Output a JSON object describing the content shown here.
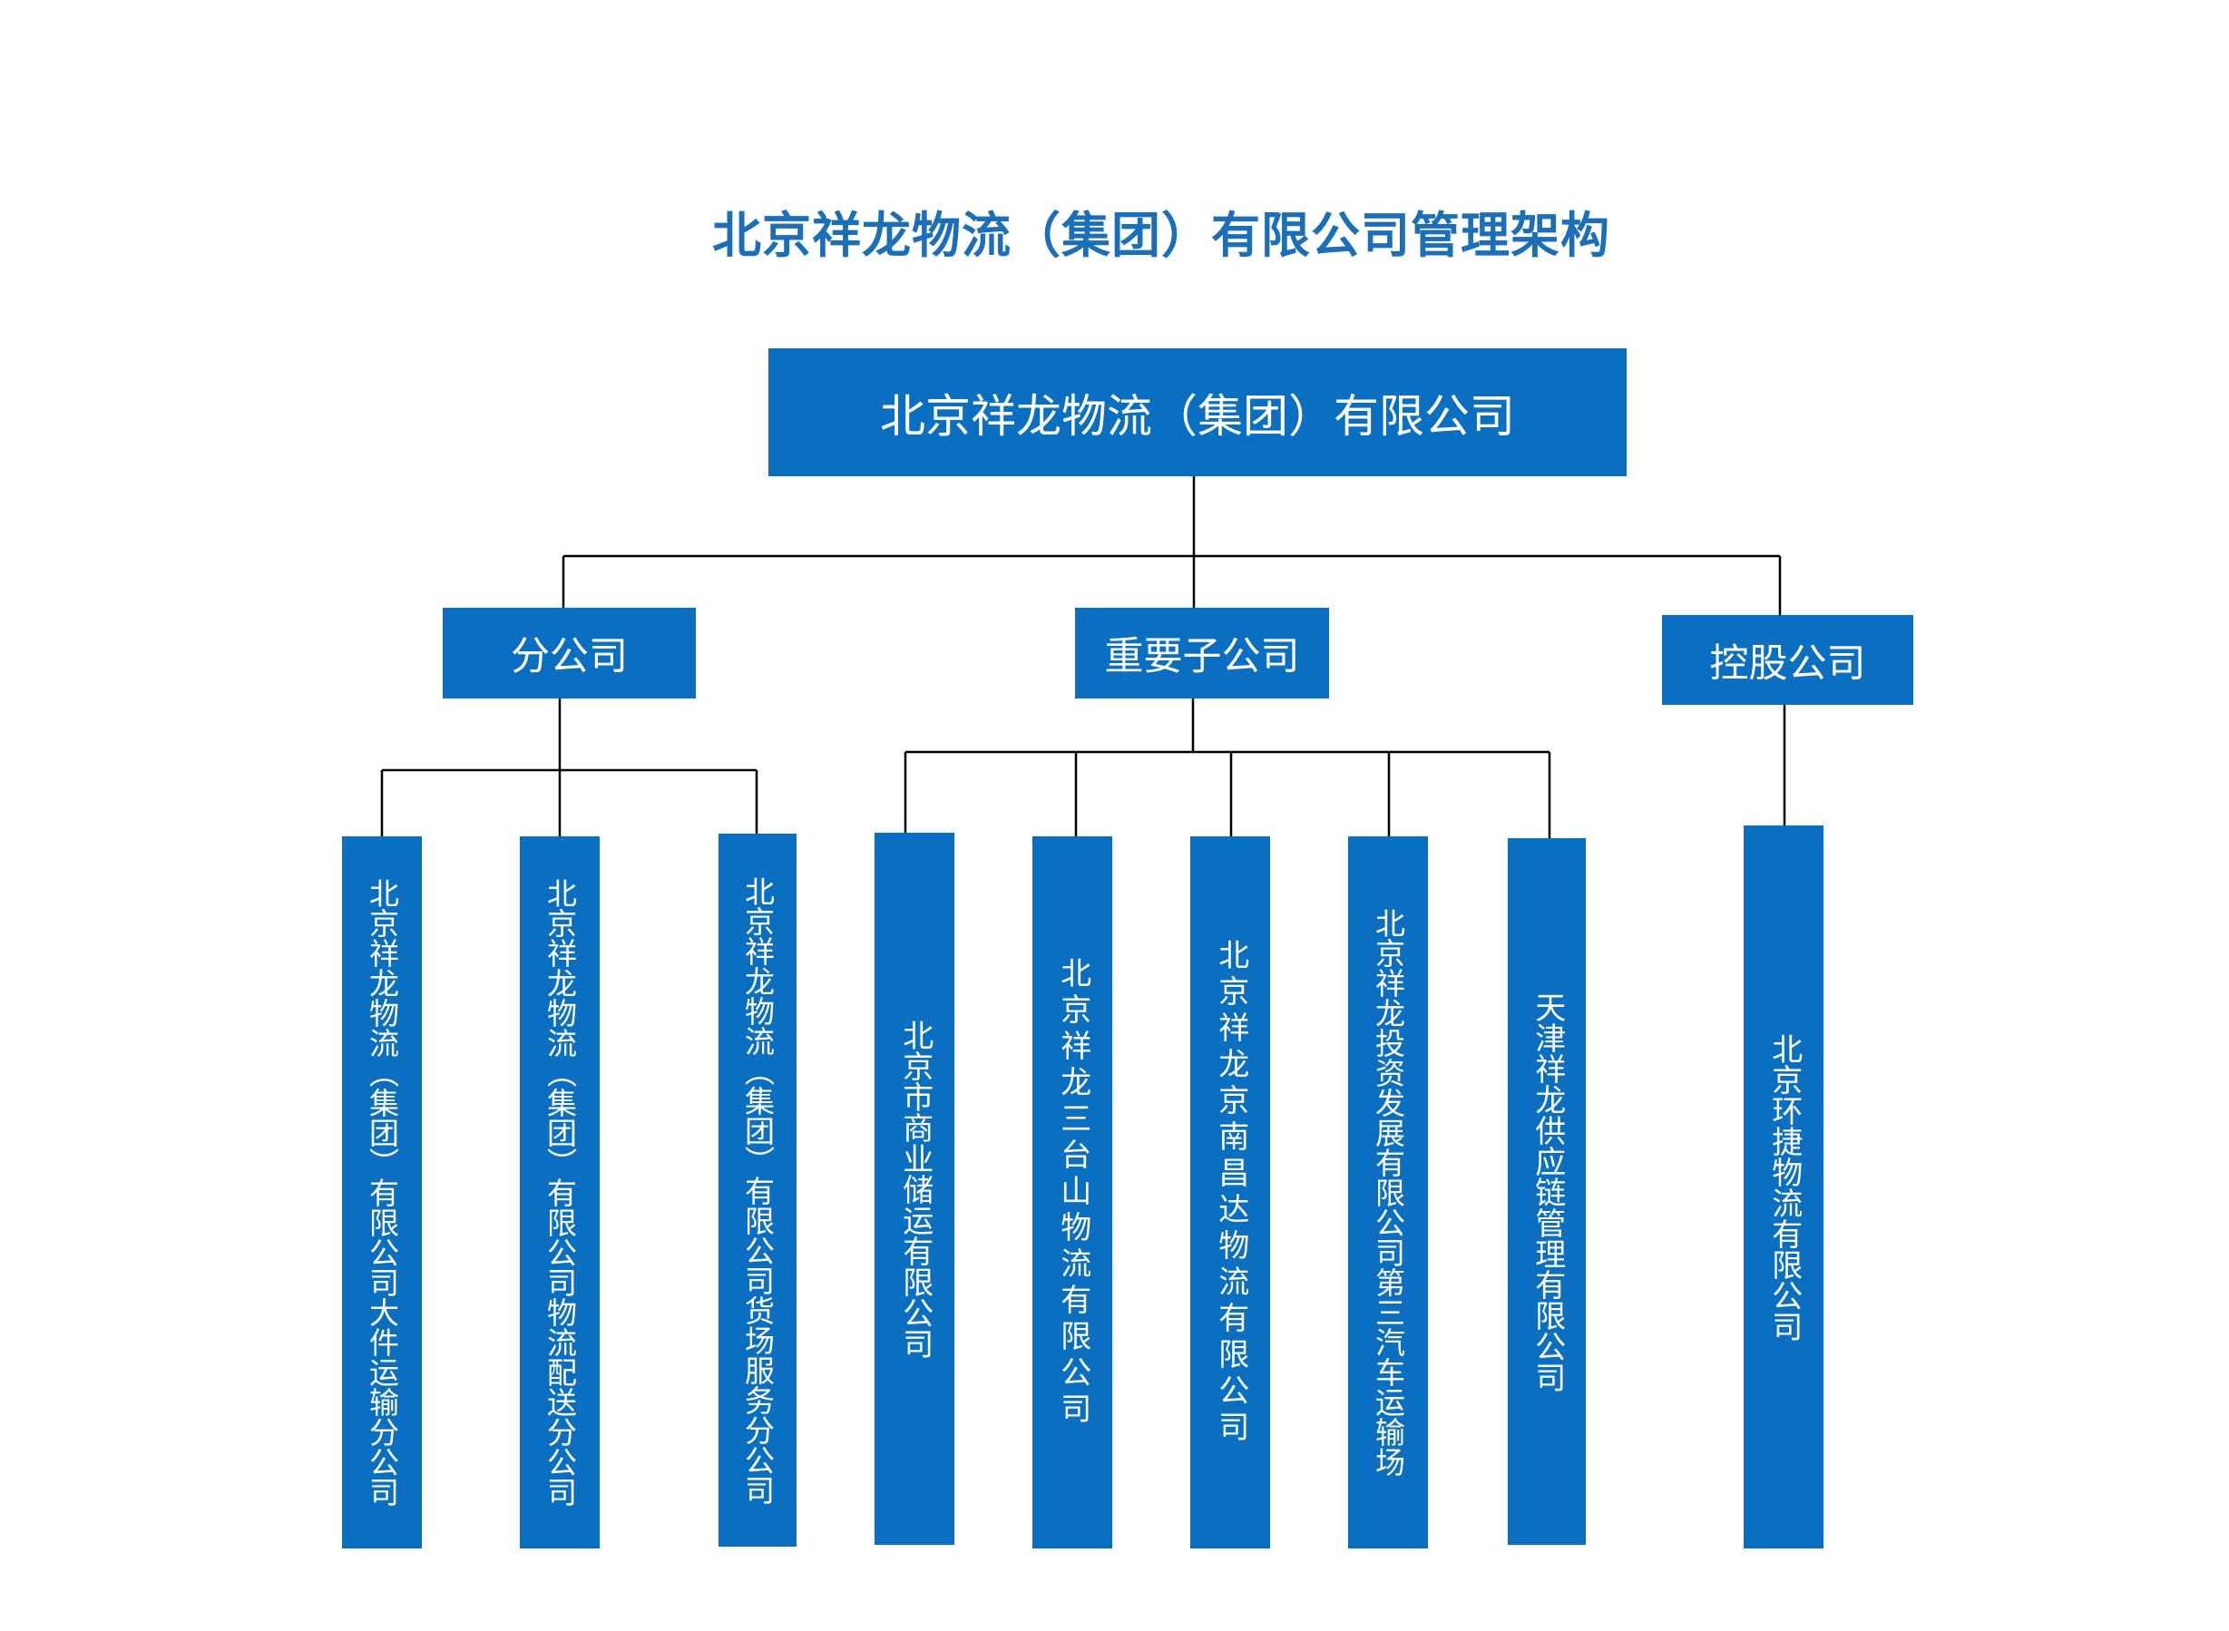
{
  "title": "北京祥龙物流（集团）有限公司管理架构",
  "root": "北京祥龙物流（集团）有限公司",
  "categories": [
    "分公司",
    "重要子公司",
    "控股公司"
  ],
  "branches": [
    "北京祥龙物流（集团）有限公司大件运输分公司",
    "北京祥龙物流（集团）有限公司物流配送分公司",
    "北京祥龙物流（集团）有限公司货场服务分公司"
  ],
  "subsidiaries": [
    "北京市商业储运有限公司",
    "北京祥龙三台山物流有限公司",
    "北京祥龙京南昌达物流有限公司",
    "北京祥龙投资发展有限公司第三汽车运输场",
    "天津祥龙供应链管理有限公司"
  ],
  "holdings": [
    "北京环捷物流有限公司"
  ],
  "colors": {
    "box": "#0a6fc0",
    "title": "#1a6fb8",
    "line": "#000000"
  }
}
